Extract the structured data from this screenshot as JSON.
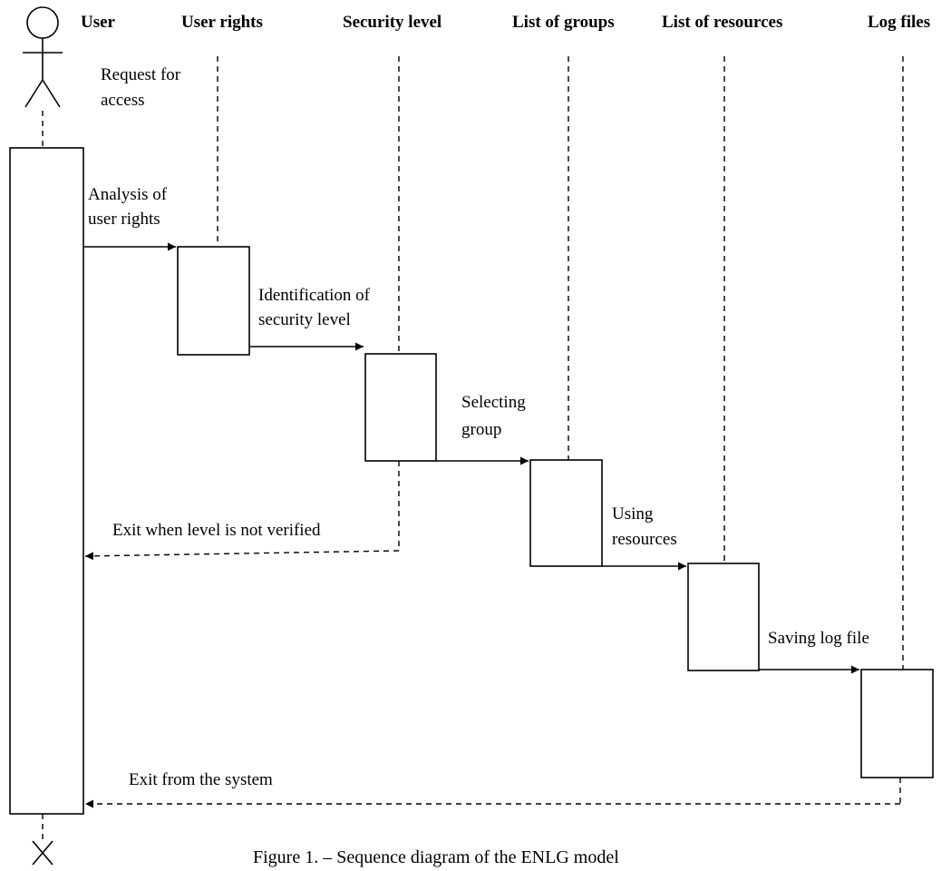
{
  "lifelines": {
    "user": "User",
    "user_rights": "User rights",
    "security_level": "Security level",
    "list_of_groups": "List of groups",
    "list_of_resources": "List of resources",
    "log_files": "Log files"
  },
  "messages": {
    "request": [
      "Request for",
      "access"
    ],
    "analysis": [
      "Analysis of",
      "user rights"
    ],
    "identification": [
      "Identification of",
      "security level"
    ],
    "selecting": [
      "Selecting",
      "group"
    ],
    "exit_level": "Exit when level is not verified",
    "using": [
      "Using",
      "resources"
    ],
    "saving": "Saving log file",
    "exit_system": "Exit from the system"
  },
  "caption": "Figure 1. – Sequence diagram of the ENLG model"
}
